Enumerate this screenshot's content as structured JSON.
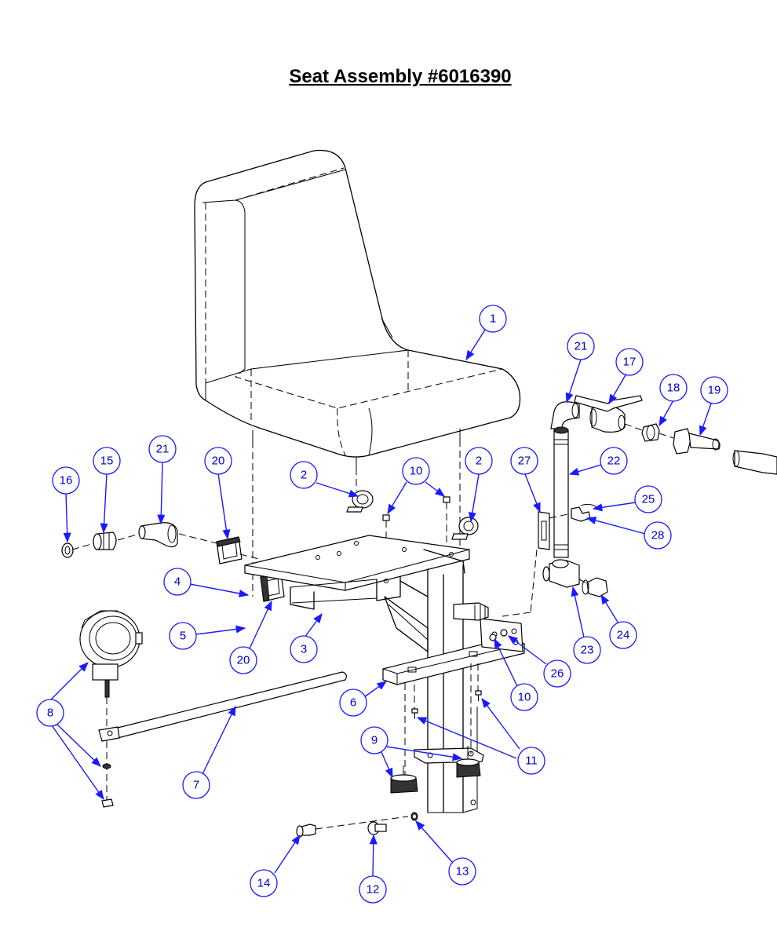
{
  "title": "Seat Assembly #6016390",
  "callouts": [
    {
      "num": "1"
    },
    {
      "num": "21"
    },
    {
      "num": "17"
    },
    {
      "num": "18"
    },
    {
      "num": "19"
    },
    {
      "num": "16"
    },
    {
      "num": "15"
    },
    {
      "num": "21"
    },
    {
      "num": "20"
    },
    {
      "num": "2"
    },
    {
      "num": "10"
    },
    {
      "num": "2"
    },
    {
      "num": "27"
    },
    {
      "num": "22"
    },
    {
      "num": "25"
    },
    {
      "num": "28"
    },
    {
      "num": "4"
    },
    {
      "num": "5"
    },
    {
      "num": "20"
    },
    {
      "num": "3"
    },
    {
      "num": "23"
    },
    {
      "num": "24"
    },
    {
      "num": "26"
    },
    {
      "num": "8"
    },
    {
      "num": "6"
    },
    {
      "num": "10"
    },
    {
      "num": "7"
    },
    {
      "num": "9"
    },
    {
      "num": "11"
    },
    {
      "num": "14"
    },
    {
      "num": "12"
    },
    {
      "num": "13"
    }
  ],
  "colors": {
    "callout": "#1a1aff",
    "callout_text": "#0000cc",
    "line": "#000000"
  }
}
